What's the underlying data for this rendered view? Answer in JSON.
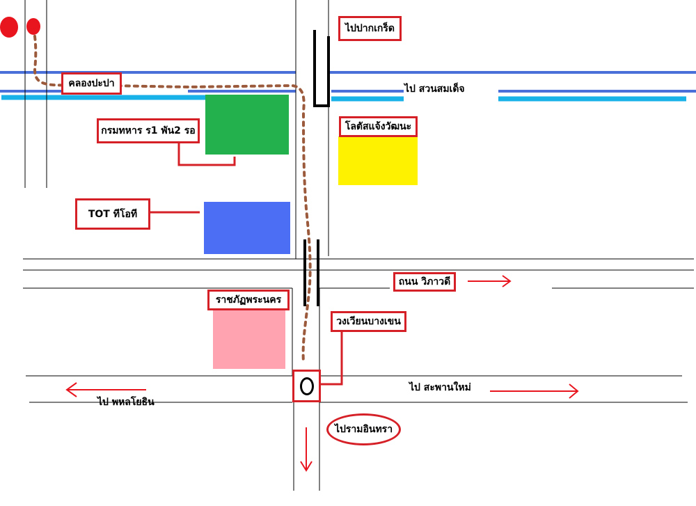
{
  "labels": {
    "to_pak_kret": "ไปปากเกร็ด",
    "khlong_prapa": "คลองปะปา",
    "to_suan_somdet": "ไป สวนสมเด็จ",
    "army_unit": "กรมทหาร ร1 พัน2 รอ",
    "lotus_chaeng_watthana": "โลตัสแจ้งวัฒนะ",
    "tot": "TOT ทีโอที",
    "vibhavadi_road": "ถนน วิภาวดี",
    "rajabhat_phranakhon": "ราชภัฏพระนคร",
    "bang_khen_circle": "วงเวียนบางเขน",
    "to_phahon_yothin": "ไป พหลโยธิน",
    "to_saphan_mai": "ไป สะพานใหม่",
    "to_ram_inthra": "ไปรามอินทรา"
  },
  "colors": {
    "canal_dark_blue": "#4a6fd8",
    "canal_light_blue": "#18b2e8",
    "army_green": "#22b14c",
    "lotus_yellow": "#fff200",
    "tot_blue": "#4c6ef5",
    "rajabhat_pink": "#ffa3b1",
    "route_brown": "#9c5a3c",
    "marker_red": "#e8141e",
    "label_border_red": "#d62027"
  },
  "icons": {
    "start_marker": "red-dot-icon",
    "circle_marker": "roundabout-icon",
    "arrows": "red-arrow-icon"
  }
}
